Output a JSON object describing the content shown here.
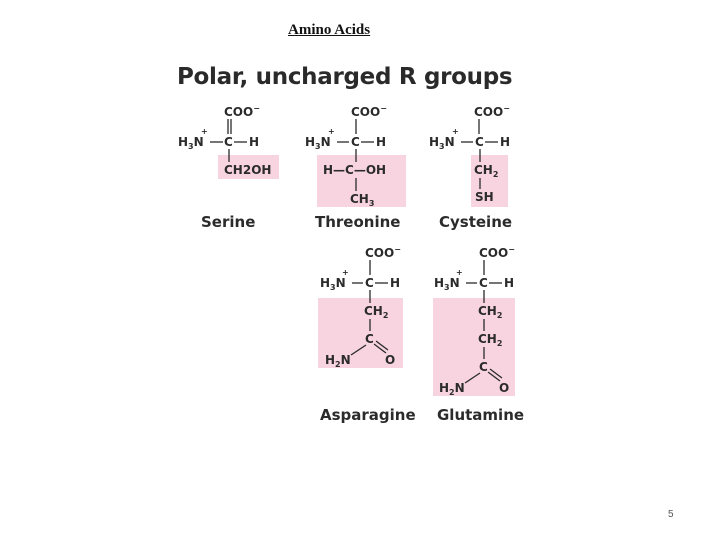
{
  "page": {
    "title": "Amino Acids",
    "section_heading": "Polar, uncharged R groups",
    "page_number": "5"
  },
  "amino_acids": [
    {
      "name": "Serine",
      "backbone": {
        "carboxyl": "COO",
        "carboxyl_charge": "−",
        "amine": "H3N",
        "amine_charge": "+",
        "alpha_carbon": "C",
        "alpha_h": "H"
      },
      "r_group": [
        "CH2OH"
      ]
    },
    {
      "name": "Threonine",
      "backbone": {
        "carboxyl": "COO",
        "carboxyl_charge": "−",
        "amine": "H3N",
        "amine_charge": "+",
        "alpha_carbon": "C",
        "alpha_h": "H"
      },
      "r_group": [
        "H—C—OH",
        "CH3"
      ]
    },
    {
      "name": "Cysteine",
      "backbone": {
        "carboxyl": "COO",
        "carboxyl_charge": "−",
        "amine": "H3N",
        "amine_charge": "+",
        "alpha_carbon": "C",
        "alpha_h": "H"
      },
      "r_group": [
        "CH2",
        "SH"
      ]
    },
    {
      "name": "Asparagine",
      "backbone": {
        "carboxyl": "COO",
        "carboxyl_charge": "−",
        "amine": "H3N",
        "amine_charge": "+",
        "alpha_carbon": "C",
        "alpha_h": "H"
      },
      "r_group": [
        "CH2",
        "C",
        "H2N",
        "O"
      ]
    },
    {
      "name": "Glutamine",
      "backbone": {
        "carboxyl": "COO",
        "carboxyl_charge": "−",
        "amine": "H3N",
        "amine_charge": "+",
        "alpha_carbon": "C",
        "alpha_h": "H"
      },
      "r_group": [
        "CH2",
        "CH2",
        "C",
        "H2N",
        "O"
      ]
    }
  ],
  "colors": {
    "r_group_highlight": "#f8d4e0",
    "text": "#2b2b2b"
  }
}
